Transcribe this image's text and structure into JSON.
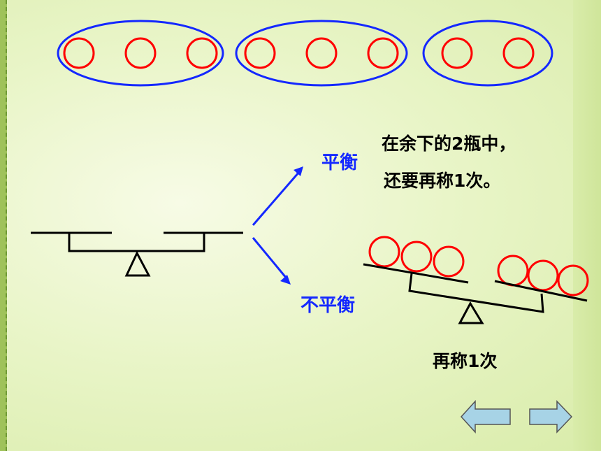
{
  "labels": {
    "balanced": "平衡",
    "unbalanced": "不平衡",
    "note_line1": "在余下的2瓶中，",
    "note_line2": "还要再称1次。",
    "weigh_again": "再称1次"
  },
  "groups": [
    {
      "bottle_count": 3
    },
    {
      "bottle_count": 3
    },
    {
      "bottle_count": 2
    }
  ],
  "scale_pans": {
    "left_bottles": 3,
    "right_bottles": 3
  },
  "navigation": {
    "prev_icon": "left-arrow-icon",
    "next_icon": "right-arrow-icon"
  },
  "colors": {
    "group_outline": "#1428ff",
    "bottle": "#ff0000",
    "label_blue": "#1428ff",
    "arrow": "#1428ff",
    "nav_fill": "#a7d3e6"
  }
}
